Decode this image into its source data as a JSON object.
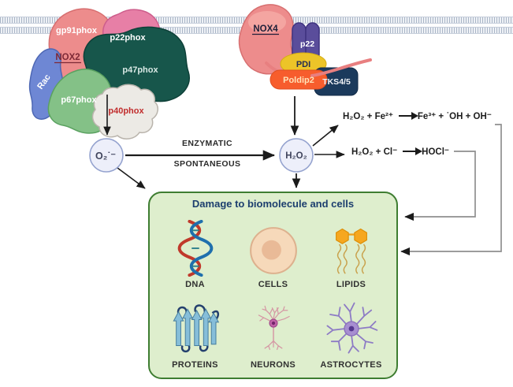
{
  "figure": {
    "type": "ROS-pathway-diagram",
    "background": "#ffffff"
  },
  "membrane": {
    "color": "#a9b5c6"
  },
  "nox2_complex": {
    "gp91phox": "gp91phox",
    "nox2": "NOX2",
    "p22phox": "p22phox",
    "p47phox": "p47phox",
    "rac": "Rac",
    "p67phox": "p67phox",
    "p40phox": "p40phox",
    "colors": {
      "gp91phox": "#ed8c8c",
      "p22phox": "#e77fa6",
      "p47phox": "#17564b",
      "rac": "#6e87d4",
      "p67phox": "#84c187",
      "p40phox": "#eceae5",
      "p40phox_label": "#c12d2d",
      "nox2_label": "#7e2936"
    }
  },
  "nox4_complex": {
    "nox4": "NOX4",
    "p22": "p22",
    "pdi": "PDI",
    "poldip2": "Poldip2",
    "tks45": "TKS4/5",
    "colors": {
      "nox4": "#ed8c8c",
      "p22": "#5a4d9b",
      "pdi": "#ecc428",
      "poldip2": "#f75d2d",
      "tks45": "#1b3a5c"
    }
  },
  "species": {
    "superoxide": "O₂˙⁻",
    "hydrogen_peroxide": "H₂O₂"
  },
  "conversion": {
    "enzymatic": "ENZYMATIC",
    "spontaneous": "SPONTANEOUS"
  },
  "reactions": {
    "fenton_lhs": "H₂O₂ + Fe²⁺",
    "fenton_rhs": "Fe³⁺ + ˙OH + OH⁻",
    "hypochlorous_lhs": "H₂O₂ + Cl⁻",
    "hypochlorous_rhs": "HOCl⁻"
  },
  "damage_box": {
    "title": "Damage to biomolecule and cells",
    "items": [
      {
        "label": "DNA",
        "icon": "dna-icon"
      },
      {
        "label": "CELLS",
        "icon": "cell-icon"
      },
      {
        "label": "LIPIDS",
        "icon": "lipid-icon"
      },
      {
        "label": "PROTEINS",
        "icon": "protein-icon"
      },
      {
        "label": "NEURONS",
        "icon": "neuron-icon"
      },
      {
        "label": "ASTROCYTES",
        "icon": "astrocyte-icon"
      }
    ],
    "colors": {
      "fill": "#deeecd",
      "border": "#3e7d31",
      "title": "#1c3e6e"
    }
  }
}
